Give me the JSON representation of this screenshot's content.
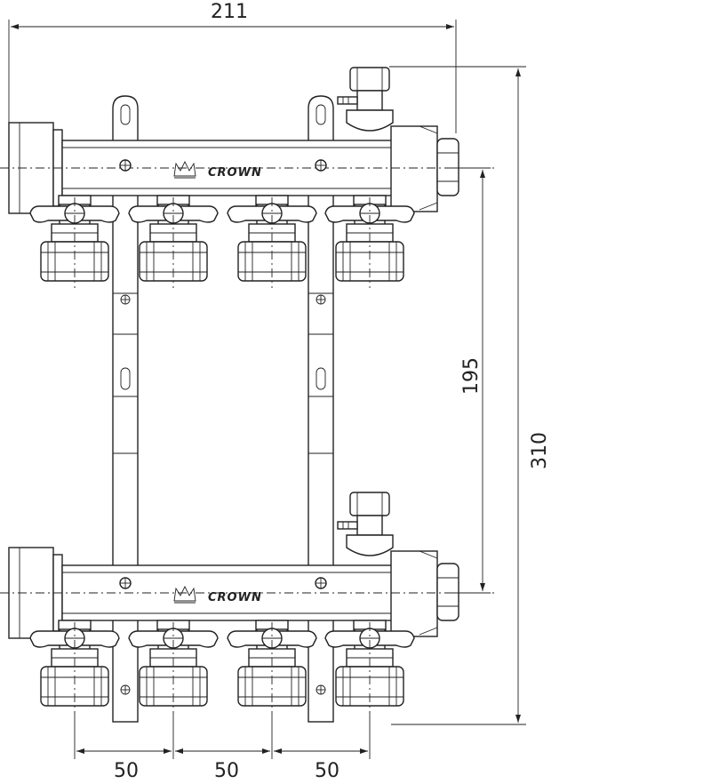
{
  "drawing": {
    "brand_name": "CROWN",
    "dimensions": {
      "overall_width": "211",
      "overall_height": "310",
      "header_spacing": "195",
      "outlet_pitch_1": "50",
      "outlet_pitch_2": "50",
      "outlet_pitch_3": "50"
    }
  }
}
